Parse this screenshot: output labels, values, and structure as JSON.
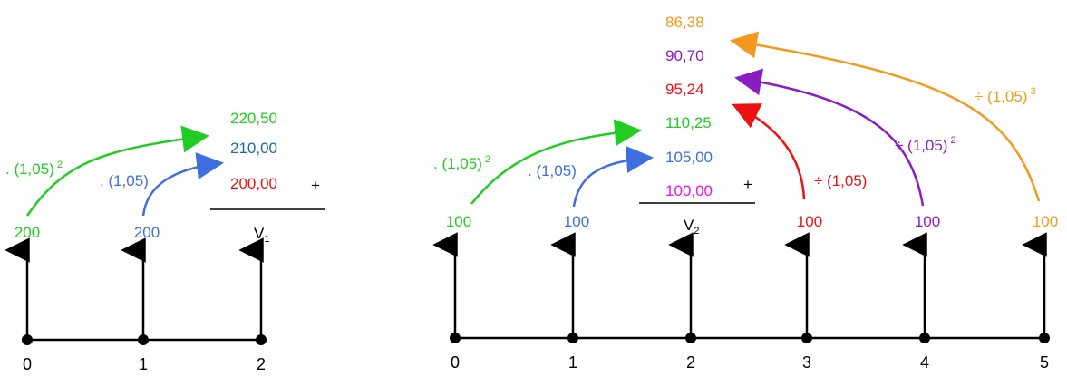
{
  "colors": {
    "green": "#22cc22",
    "blue": "#3d6fe0",
    "darkblue": "#1f6aa5",
    "red": "#ee1111",
    "magenta": "#ee11ee",
    "purple": "#8a1cc4",
    "orange": "#f39a1e",
    "black": "#000000"
  },
  "left": {
    "ticks": [
      "0",
      "1",
      "2"
    ],
    "payments": [
      "200",
      "200"
    ],
    "factors": {
      "blue": ". (1,05)",
      "green_base": ". (1,05)",
      "green_exp": "2"
    },
    "values": [
      "220,50",
      "210,00",
      "200,00"
    ],
    "plus": "+",
    "result_main": "V",
    "result_sub": "1"
  },
  "right": {
    "ticks": [
      "0",
      "1",
      "2",
      "3",
      "4",
      "5"
    ],
    "payments": [
      "100",
      "100",
      "100",
      "100",
      "100"
    ],
    "factors": {
      "green_base": ". (1,05)",
      "green_exp": "2",
      "blue": ". (1,05)",
      "red": "÷ (1,05)",
      "purple_base": "÷ (1,05)",
      "purple_exp": "2",
      "orange_base": "÷ (1,05)",
      "orange_exp": "3"
    },
    "values": [
      "86,38",
      "90,70",
      "95,24",
      "110,25",
      "105,00",
      "100,00"
    ],
    "plus": "+",
    "result_main": "V",
    "result_sub": "2"
  }
}
